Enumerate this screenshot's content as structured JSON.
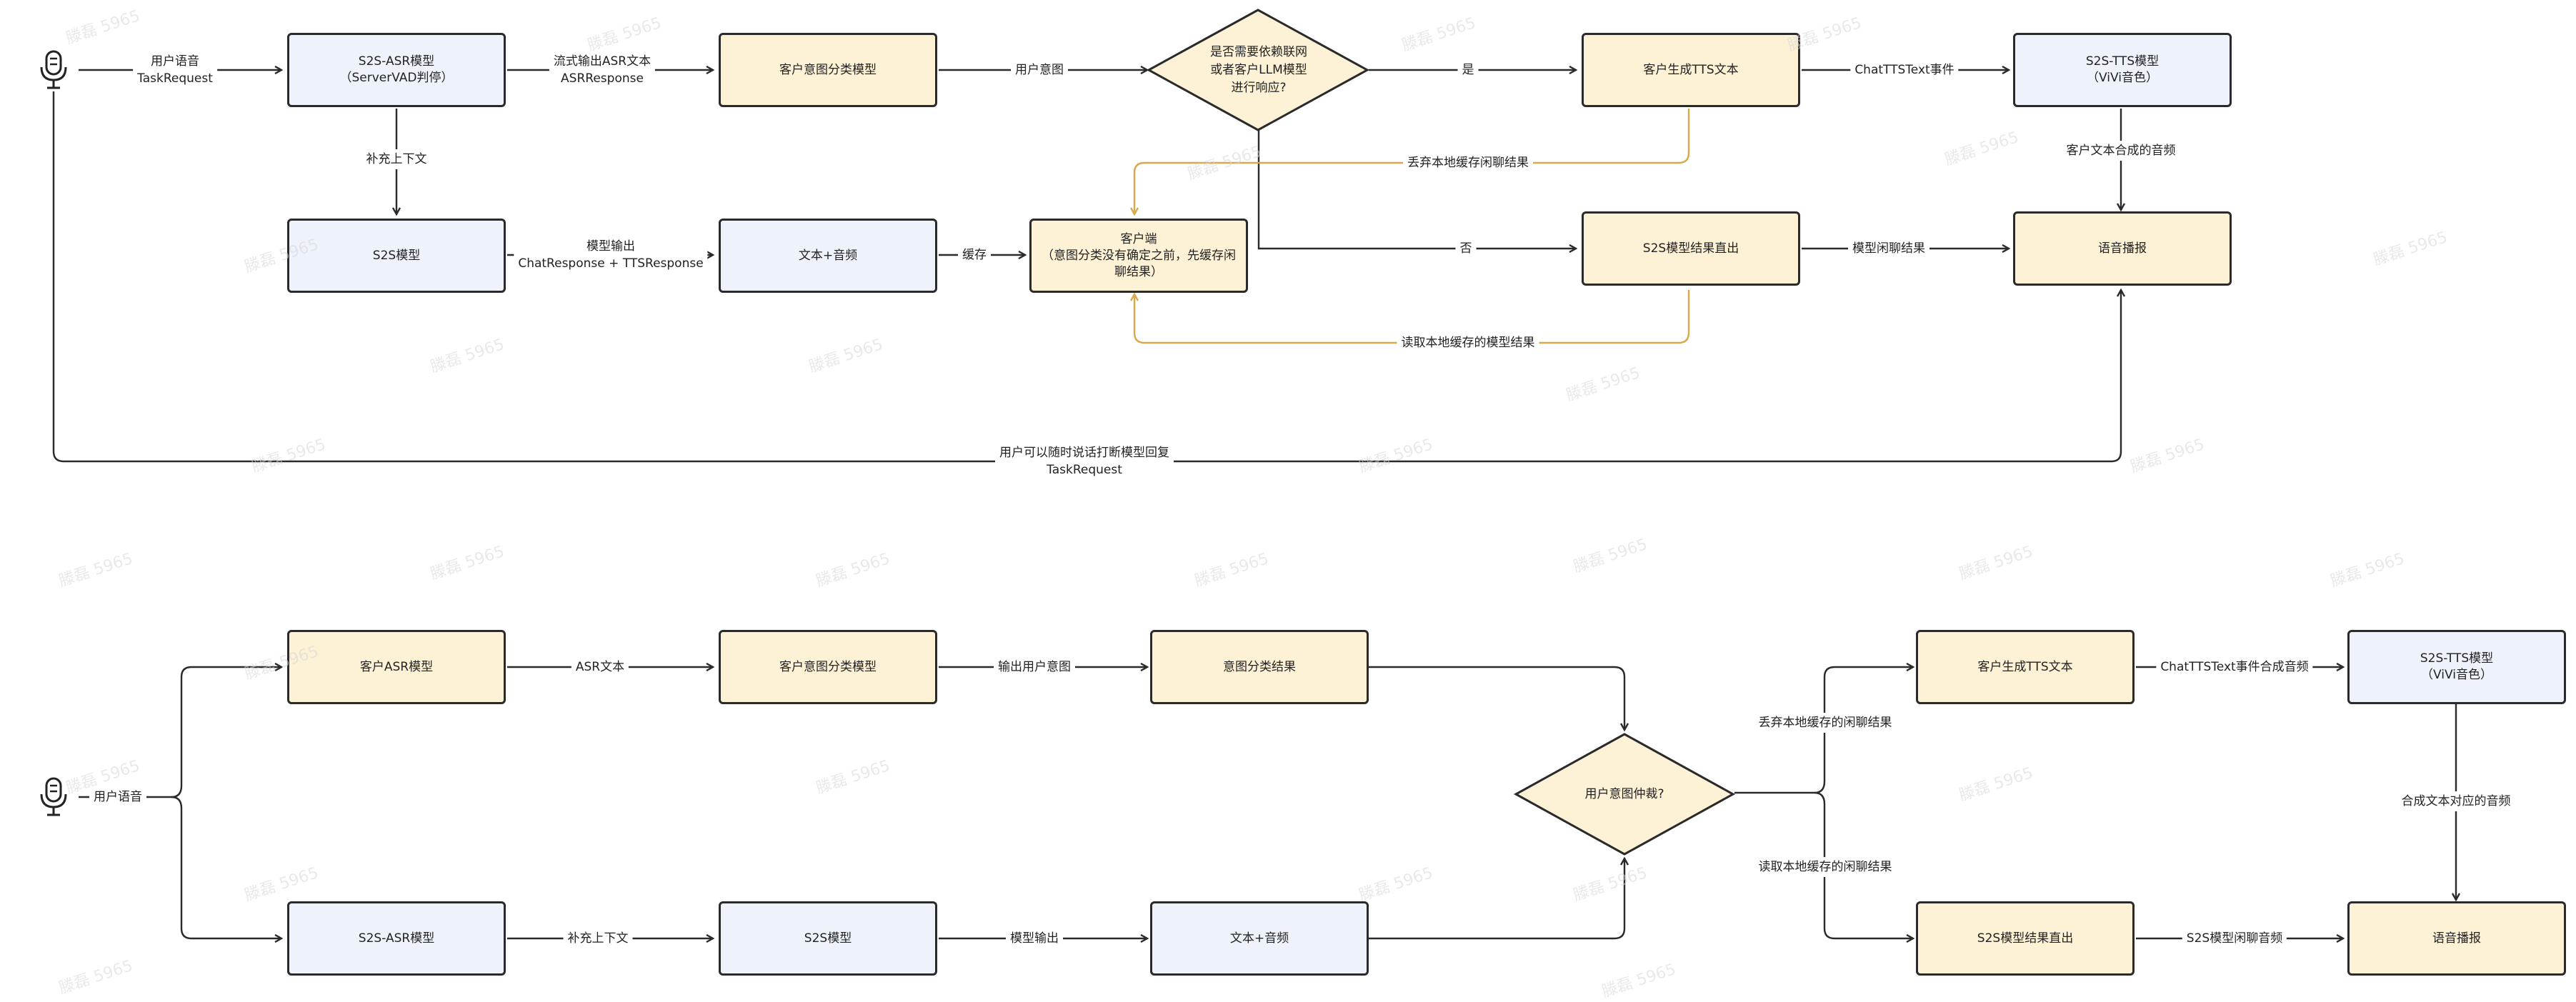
{
  "colors": {
    "blue_fill": "#eef2fb",
    "yellow_fill": "#fdf1d6",
    "stroke": "#2a2a2a",
    "cache_line": "#d9a84a"
  },
  "watermark": "滕磊 5965",
  "top": {
    "nodes": {
      "s2s_asr": "S2S-ASR模型\n（ServerVAD判停）",
      "intent_model": "客户意图分类模型",
      "decision": "是否需要依赖联网\n或者客户LLM模型\n进行响应?",
      "client_tts_text": "客户生成TTS文本",
      "s2s_tts": "S2S-TTS模型\n（ViVi音色）",
      "s2s_model": "S2S模型",
      "text_audio": "文本+音频",
      "client_end": "客户端\n（意图分类没有确定之前，先缓存闲\n聊结果）",
      "s2s_direct": "S2S模型结果直出",
      "voice_play": "语音播报"
    },
    "edges": {
      "user_voice": "用户语音\nTaskRequest",
      "stream_asr": "流式输出ASR文本\nASRResponse",
      "user_intent": "用户意图",
      "yes": "是",
      "chat_tts_event": "ChatTTSText事件",
      "supplement_context": "补充上下文",
      "model_output": "模型输出\nChatResponse + TTSResponse",
      "cache": "缓存",
      "discard_cache": "丢弃本地缓存闲聊结果",
      "no": "否",
      "model_chat_result": "模型闲聊结果",
      "client_text_audio": "客户文本合成的音频",
      "read_cache": "读取本地缓存的模型结果",
      "interrupt": "用户可以随时说话打断模型回复\nTaskRequest"
    }
  },
  "bottom": {
    "nodes": {
      "client_asr": "客户ASR模型",
      "intent_model": "客户意图分类模型",
      "intent_result": "意图分类结果",
      "client_tts_text": "客户生成TTS文本",
      "s2s_tts": "S2S-TTS模型\n（ViVi音色）",
      "arbitration": "用户意图仲裁?",
      "s2s_asr": "S2S-ASR模型",
      "s2s_model": "S2S模型",
      "text_audio": "文本+音频",
      "s2s_direct": "S2S模型结果直出",
      "voice_play": "语音播报"
    },
    "edges": {
      "user_voice": "用户语音",
      "asr_text": "ASR文本",
      "output_intent": "输出用户意图",
      "chat_tts_audio": "ChatTTSText事件合成音频",
      "discard_cache": "丢弃本地缓存的闲聊结果",
      "read_cache": "读取本地缓存的闲聊结果",
      "synth_audio": "合成文本对应的音频",
      "supplement_context": "补充上下文",
      "model_output": "模型输出",
      "s2s_chat_audio": "S2S模型闲聊音频"
    }
  }
}
